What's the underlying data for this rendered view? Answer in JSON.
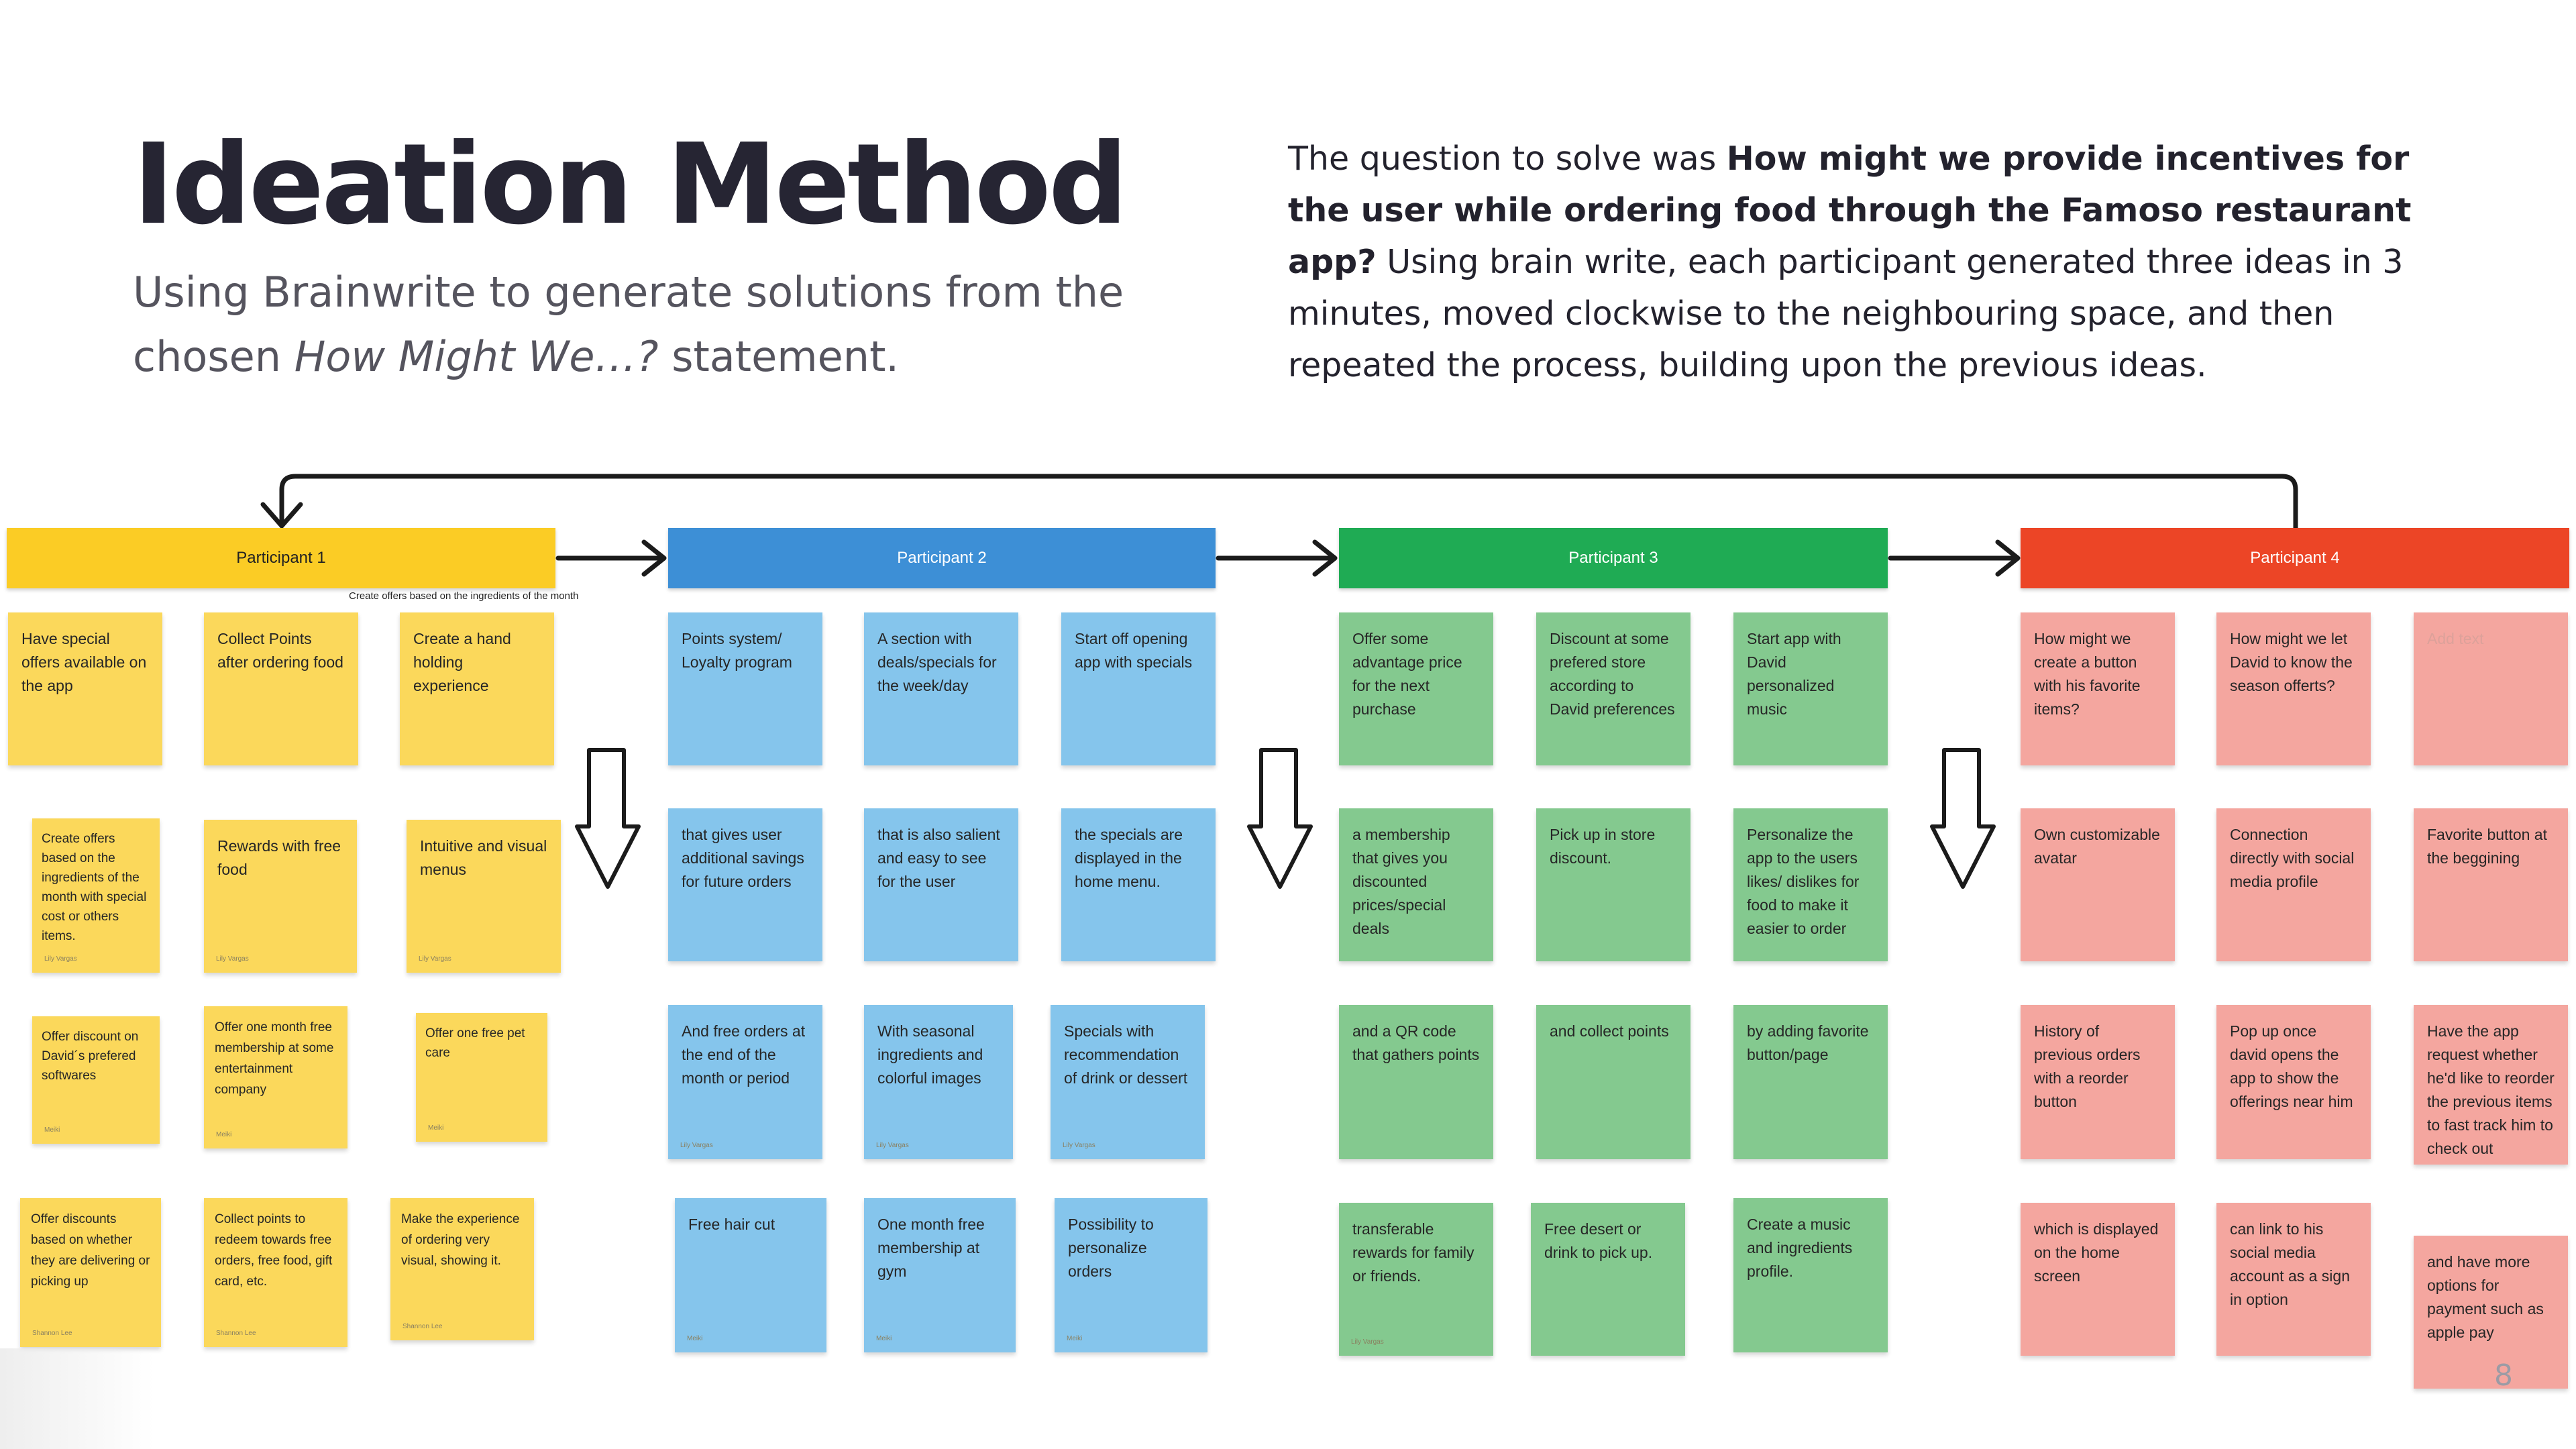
{
  "slide": {
    "title": "Ideation Method",
    "subtitle_part1": "Using Brainwrite to generate solutions from the chosen ",
    "subtitle_italic": "How Might We…?",
    "subtitle_part2": " statement.",
    "desc_part1": "The question to solve was ",
    "desc_bold": "How might we provide incentives for the user while ordering food through the Famoso restaurant app?",
    "desc_part2": " Using brain write, each participant generated three ideas in 3 minutes, moved clockwise to the neighbouring space, and then repeated the process, building upon the previous ideas.",
    "page_number": "8"
  },
  "participants": [
    {
      "label": "Participant 1",
      "color": "#fbcc25"
    },
    {
      "label": "Participant 2",
      "color": "#3d8fd6"
    },
    {
      "label": "Participant 3",
      "color": "#1fab54"
    },
    {
      "label": "Participant 4",
      "color": "#ec4526"
    }
  ],
  "p1_caption": "Create offers based on the ingredients of the month",
  "notes": {
    "p1": [
      {
        "text": "Have special offers available on the app",
        "author": ""
      },
      {
        "text": "Collect Points after ordering food",
        "author": ""
      },
      {
        "text": "Create a hand holding experience",
        "author": ""
      },
      {
        "text": "Create offers based on the ingredients of the month with special cost or others items.",
        "author": "Lily Vargas"
      },
      {
        "text": "Rewards with free food",
        "author": "Lily Vargas"
      },
      {
        "text": "Intuitive and visual menus",
        "author": "Lily Vargas"
      },
      {
        "text": "Offer discount on David´s prefered softwares",
        "author": "Meiki"
      },
      {
        "text": "Offer one month free membership at some entertainment company",
        "author": "Meiki"
      },
      {
        "text": "Offer one free pet care",
        "author": "Meiki"
      },
      {
        "text": "Offer discounts based on whether they are delivering or picking up",
        "author": "Shannon Lee"
      },
      {
        "text": "Collect points to redeem towards free orders, free food, gift card, etc.",
        "author": "Shannon Lee"
      },
      {
        "text": "Make the experience of ordering very visual, showing it.",
        "author": "Shannon Lee"
      }
    ],
    "p2": [
      {
        "text": "Points system/ Loyalty program",
        "author": ""
      },
      {
        "text": "A section with deals/specials for the week/day",
        "author": ""
      },
      {
        "text": "Start off opening app with specials",
        "author": ""
      },
      {
        "text": "that gives user additional savings for future orders",
        "author": ""
      },
      {
        "text": "that is also salient and easy to see for the user",
        "author": ""
      },
      {
        "text": "the specials are displayed in the home menu.",
        "author": ""
      },
      {
        "text": "And free orders at the end of the month or period",
        "author": "Lily Vargas"
      },
      {
        "text": "With seasonal ingredients and colorful images",
        "author": "Lily Vargas"
      },
      {
        "text": "Specials with recommendation of drink or dessert",
        "author": "Lily Vargas"
      },
      {
        "text": "Free hair cut",
        "author": "Meiki"
      },
      {
        "text": "One month free membership at gym",
        "author": "Meiki"
      },
      {
        "text": "Possibility to personalize orders",
        "author": "Meiki"
      }
    ],
    "p3": [
      {
        "text": "Offer some advantage price for the next purchase",
        "author": ""
      },
      {
        "text": "Discount at some prefered store according to David preferences",
        "author": ""
      },
      {
        "text": "Start app with David personalized music",
        "author": ""
      },
      {
        "text": "a membership that gives you discounted prices/special deals",
        "author": ""
      },
      {
        "text": "Pick up in store discount.",
        "author": ""
      },
      {
        "text": "Personalize the app to the users likes/ dislikes for food to make it easier to order",
        "author": ""
      },
      {
        "text": "and a QR code that gathers points",
        "author": ""
      },
      {
        "text": "and collect points",
        "author": ""
      },
      {
        "text": "by adding favorite button/page",
        "author": ""
      },
      {
        "text": "transferable rewards for family or friends.",
        "author": "Lily Vargas"
      },
      {
        "text": "Free desert or drink to pick up.",
        "author": ""
      },
      {
        "text": "Create a music and ingredients profile.",
        "author": ""
      }
    ],
    "p4": [
      {
        "text": "How might we create a button with his favorite items?",
        "author": ""
      },
      {
        "text": "How might we let David to know the season offerts?",
        "author": ""
      },
      {
        "text": "Add text",
        "author": ""
      },
      {
        "text": "Own customizable avatar",
        "author": ""
      },
      {
        "text": "Connection directly with social media profile",
        "author": ""
      },
      {
        "text": "Favorite button at the beggining",
        "author": ""
      },
      {
        "text": "History of previous orders with a reorder button",
        "author": ""
      },
      {
        "text": "Pop up once david opens the app to show the offerings near him",
        "author": ""
      },
      {
        "text": "Have the app request whether he'd like to reorder the previous items to fast track him to check out",
        "author": ""
      },
      {
        "text": "which is displayed on the home screen",
        "author": ""
      },
      {
        "text": "can link to his social media account as a sign in option",
        "author": ""
      },
      {
        "text": "and have more options for payment such as apple pay",
        "author": ""
      }
    ]
  }
}
